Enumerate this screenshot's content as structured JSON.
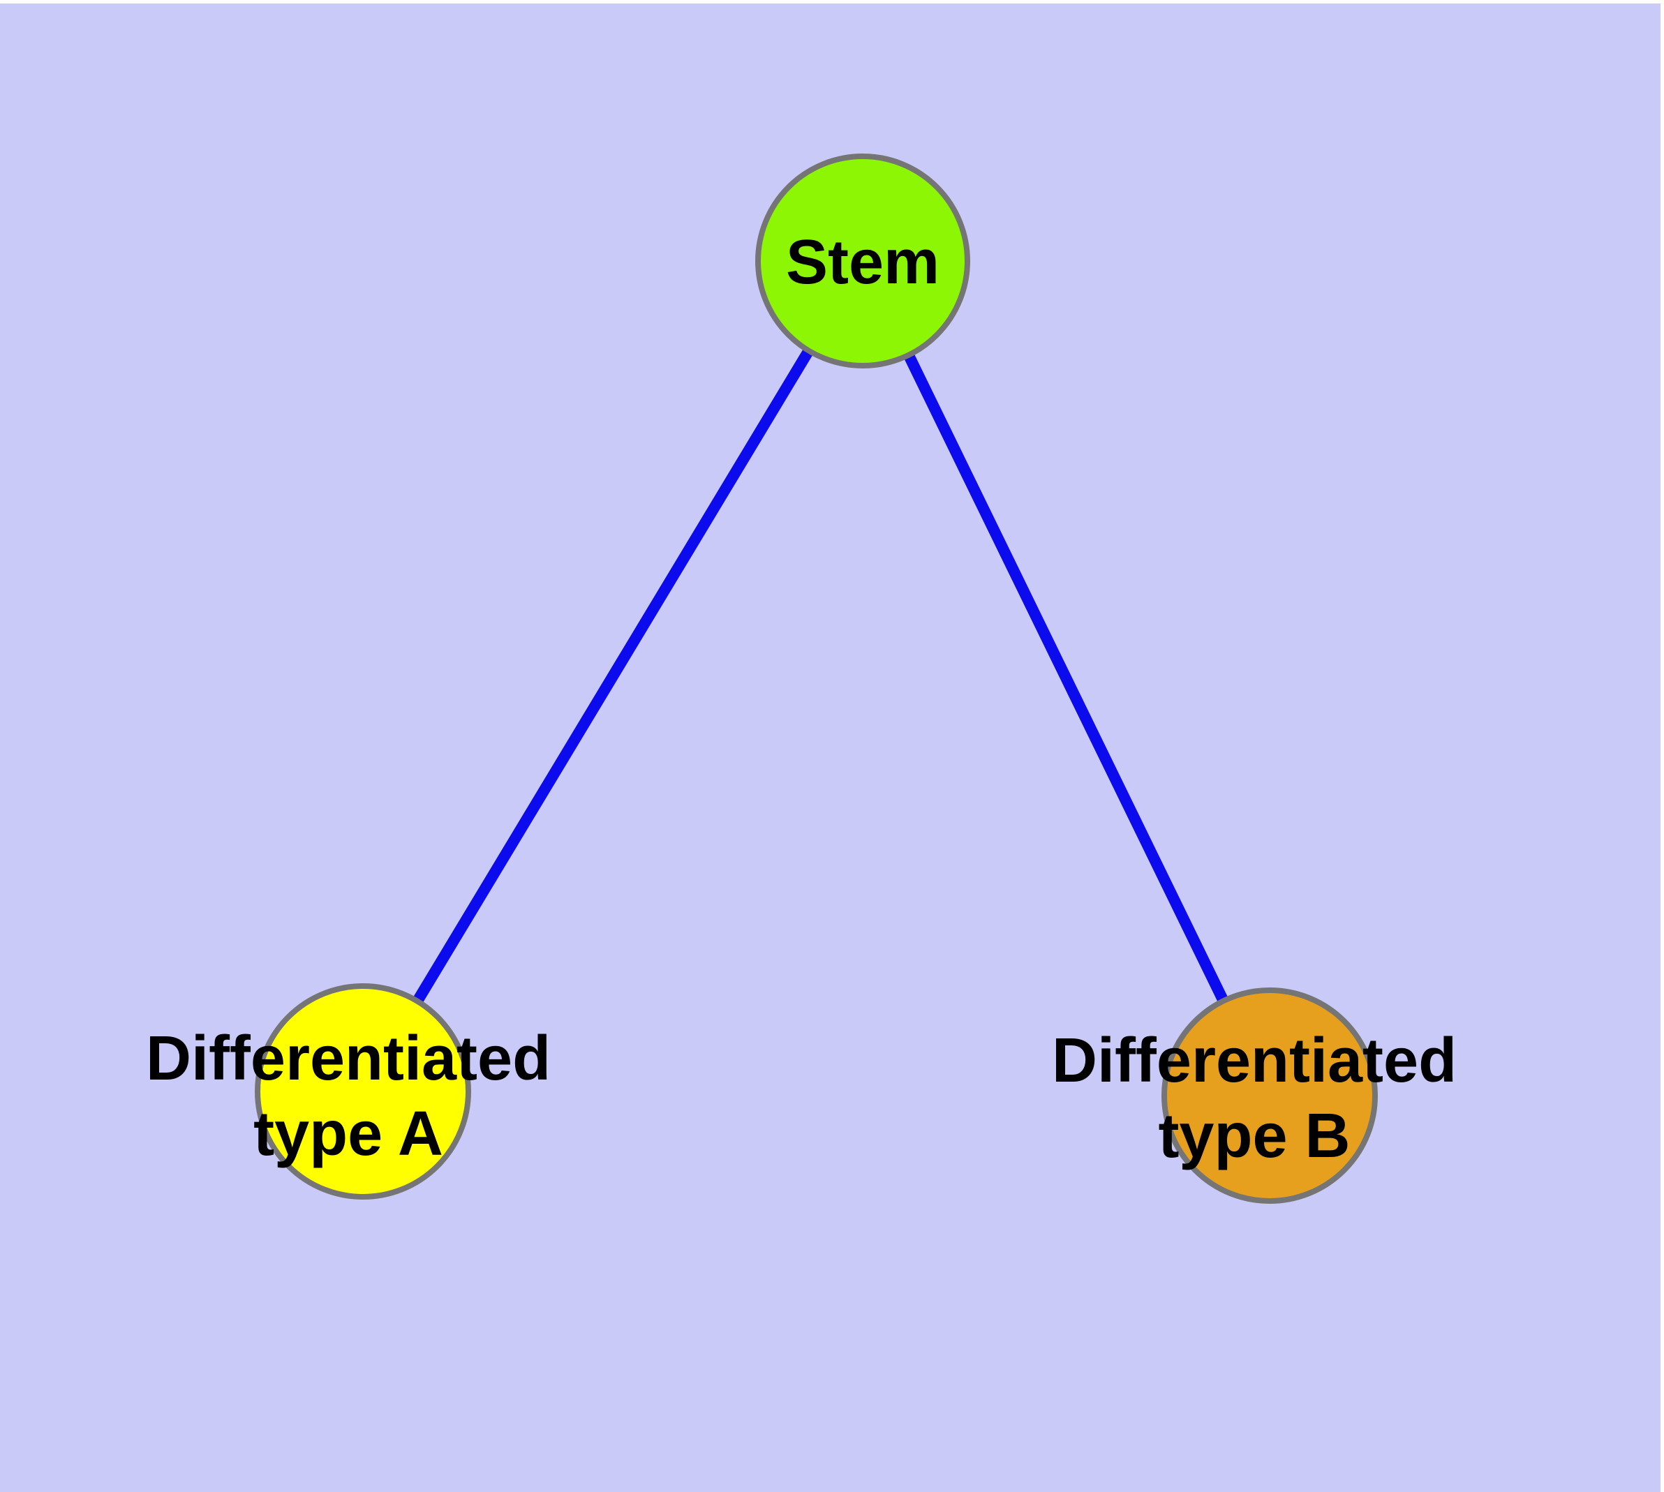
{
  "diagram": {
    "background_color": "#cacaf9",
    "margin_color": "#ffffff",
    "edge_color": "#0b0bee",
    "node_border_color": "#757575",
    "label_color": "#000000",
    "nodes": {
      "stem": {
        "label": "Stem",
        "fill": "#8cf604"
      },
      "type_a": {
        "label": "Differentiated\ntype A",
        "fill": "#ffff00"
      },
      "type_b": {
        "label": "Differentiated\ntype B",
        "fill": "#e6a01e"
      }
    },
    "edges": [
      {
        "from": "Stem",
        "to": "Differentiated type A"
      },
      {
        "from": "Stem",
        "to": "Differentiated type B"
      }
    ]
  }
}
